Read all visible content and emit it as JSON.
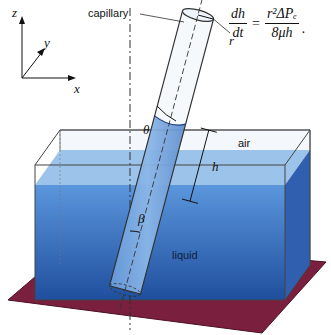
{
  "diagram": {
    "labels": [
      "z",
      "y",
      "x",
      "capillary",
      "r",
      "air",
      "θ",
      "β",
      "h",
      "liquid",
      "dh",
      "dt",
      "=",
      "r²ΔPₑ",
      "8μh",
      "."
    ]
  }
}
